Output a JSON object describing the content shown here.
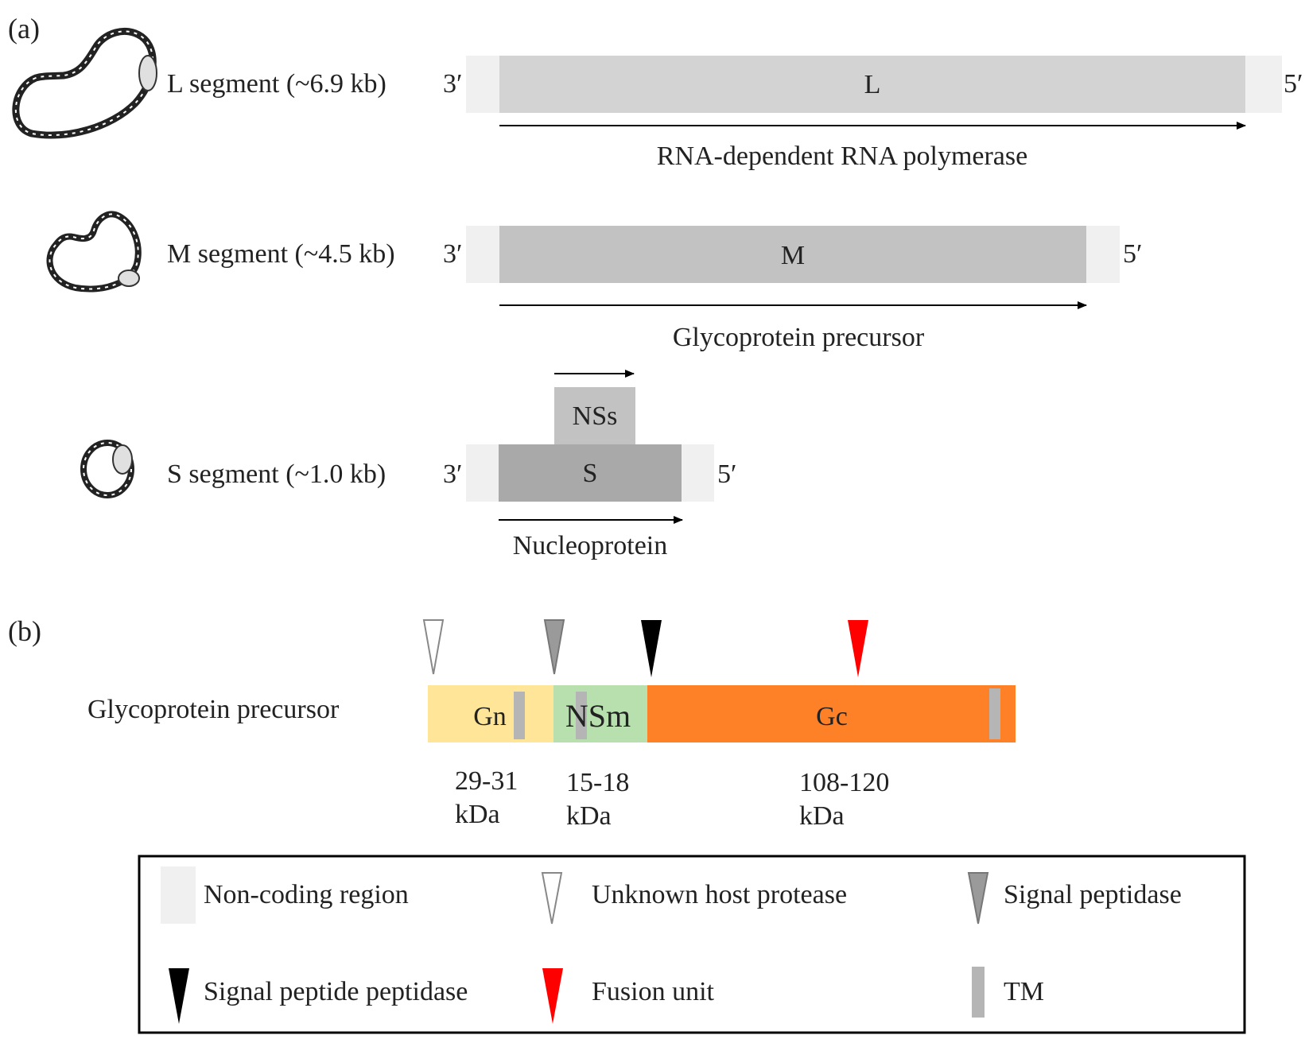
{
  "panel_a": {
    "label": "(a)",
    "segments": [
      {
        "name": "L segment (~6.9 kb)",
        "end3": "3′",
        "end5": "5′",
        "bar": "L",
        "product": "RNA-dependent RNA polymerase"
      },
      {
        "name": "M segment (~4.5 kb)",
        "end3": "3′",
        "end5": "5′",
        "bar": "M",
        "product": "Glycoprotein precursor"
      },
      {
        "name": "S segment (~1.0 kb)",
        "end3": "3′",
        "end5": "5′",
        "bar": "S",
        "product": "Nucleoprotein",
        "overlap_bar": "NSs"
      }
    ]
  },
  "panel_b": {
    "label": "(b)",
    "precursor_label": "Glycoprotein precursor",
    "domains": [
      {
        "name": "Gn",
        "color": "#ffe597",
        "size1": "29-31",
        "size2": "kDa"
      },
      {
        "name": "NSm",
        "color": "#b8dfae",
        "size1": "15-18",
        "size2": "kDa"
      },
      {
        "name": "Gc",
        "color": "#fe8128",
        "size1": "108-120",
        "size2": "kDa"
      }
    ]
  },
  "legend": {
    "items": [
      {
        "label": "Non-coding region",
        "icon": "noncoding-swatch-icon"
      },
      {
        "label": "Unknown host protease",
        "icon": "open-triangle-icon"
      },
      {
        "label": "Signal peptidase",
        "icon": "gray-triangle-icon"
      },
      {
        "label": "Signal peptide peptidase",
        "icon": "black-triangle-icon"
      },
      {
        "label": "Fusion unit",
        "icon": "red-triangle-icon"
      },
      {
        "label": "TM",
        "icon": "tm-bar-icon"
      }
    ]
  },
  "colors": {
    "noncoding": "#f0f0f0",
    "L_bar": "#d4d3d3",
    "M_bar": "#c2c2c2",
    "S_bar": "#a9a9a9",
    "NSs_bar": "#c2c2c2",
    "tm": "#b5b5b5",
    "signal_peptidase": "#9a9a9a",
    "signal_peptide_peptidase": "#000000",
    "fusion": "#ff0000"
  }
}
